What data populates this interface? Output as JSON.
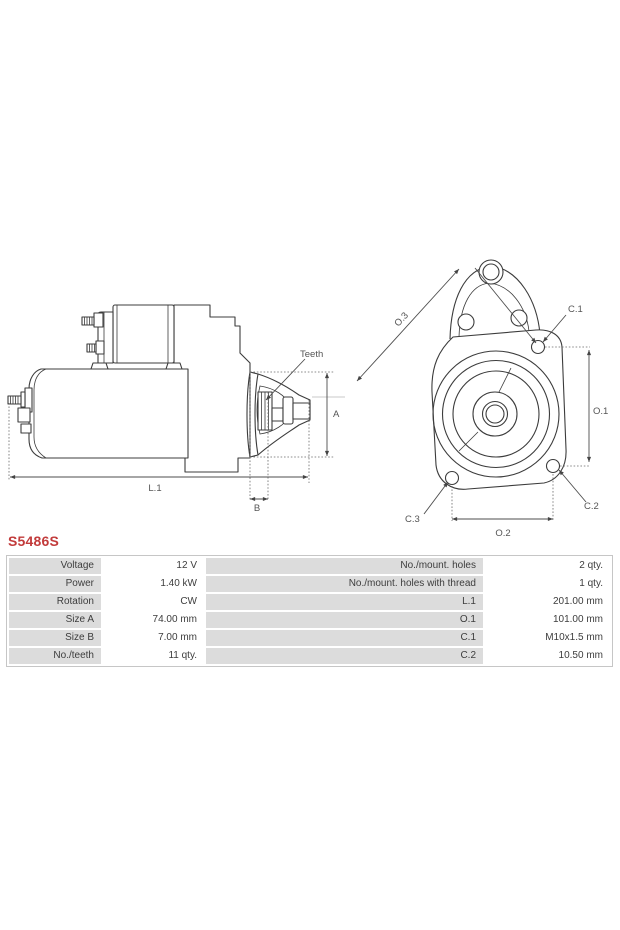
{
  "title": {
    "code": "S5486S"
  },
  "colors": {
    "accent_red": "#c23b3b",
    "cell_label_bg": "#dcdcdc",
    "table_border": "#c6c6c6",
    "drawing_line": "#3c3c3c"
  },
  "drawing": {
    "side_view": {
      "labels": {
        "length": "L.1",
        "pinion_width": "B",
        "diameter": "A",
        "teeth": "Teeth"
      }
    },
    "front_view": {
      "labels": {
        "diagonal": "O.3",
        "height": "O.1",
        "width": "O.2",
        "hole1": "C.1",
        "hole2": "C.2",
        "hole3": "C.3"
      }
    }
  },
  "spec_table": {
    "left_rows": [
      {
        "label": "Voltage",
        "value": "12 V"
      },
      {
        "label": "Power",
        "value": "1.40 kW"
      },
      {
        "label": "Rotation",
        "value": "CW"
      },
      {
        "label": "Size A",
        "value": "74.00 mm"
      },
      {
        "label": "Size B",
        "value": "7.00 mm"
      },
      {
        "label": "No./teeth",
        "value": "11 qty."
      }
    ],
    "right_rows": [
      {
        "label": "No./mount. holes",
        "value": "2 qty."
      },
      {
        "label": "No./mount. holes with thread",
        "value": "1 qty."
      },
      {
        "label": "L.1",
        "value": "201.00 mm"
      },
      {
        "label": "O.1",
        "value": "101.00 mm"
      },
      {
        "label": "C.1",
        "value": "M10x1.5 mm"
      },
      {
        "label": "C.2",
        "value": "10.50 mm"
      }
    ]
  }
}
